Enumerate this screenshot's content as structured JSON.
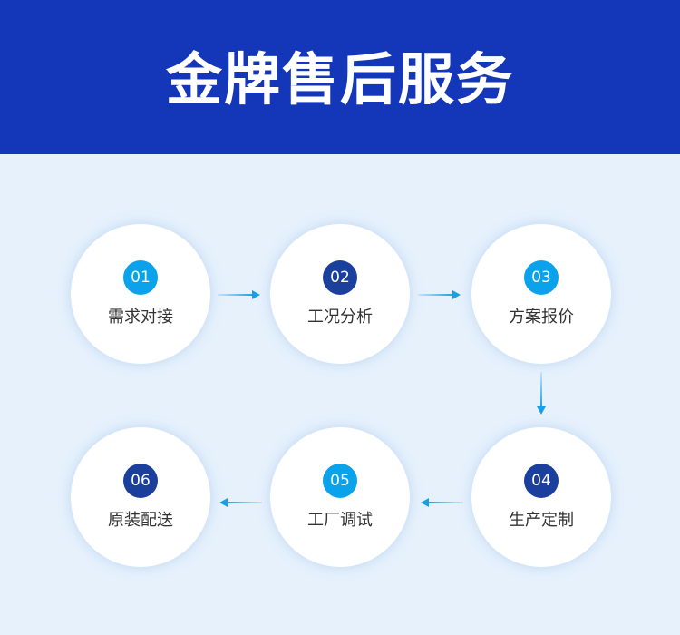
{
  "header": {
    "title": "金牌售后服务",
    "background": "#1436b8"
  },
  "colors": {
    "num_light": "#0aa2ea",
    "num_dark": "#1b3f9c",
    "arrow": "#1a9ee6",
    "page_bg": "#e6f1fc"
  },
  "steps": [
    {
      "num": "01",
      "label": "需求对接",
      "tone": "light"
    },
    {
      "num": "02",
      "label": "工况分析",
      "tone": "dark"
    },
    {
      "num": "03",
      "label": "方案报价",
      "tone": "light"
    },
    {
      "num": "04",
      "label": "生产定制",
      "tone": "dark"
    },
    {
      "num": "05",
      "label": "工厂调试",
      "tone": "light"
    },
    {
      "num": "06",
      "label": "原装配送",
      "tone": "dark"
    }
  ]
}
